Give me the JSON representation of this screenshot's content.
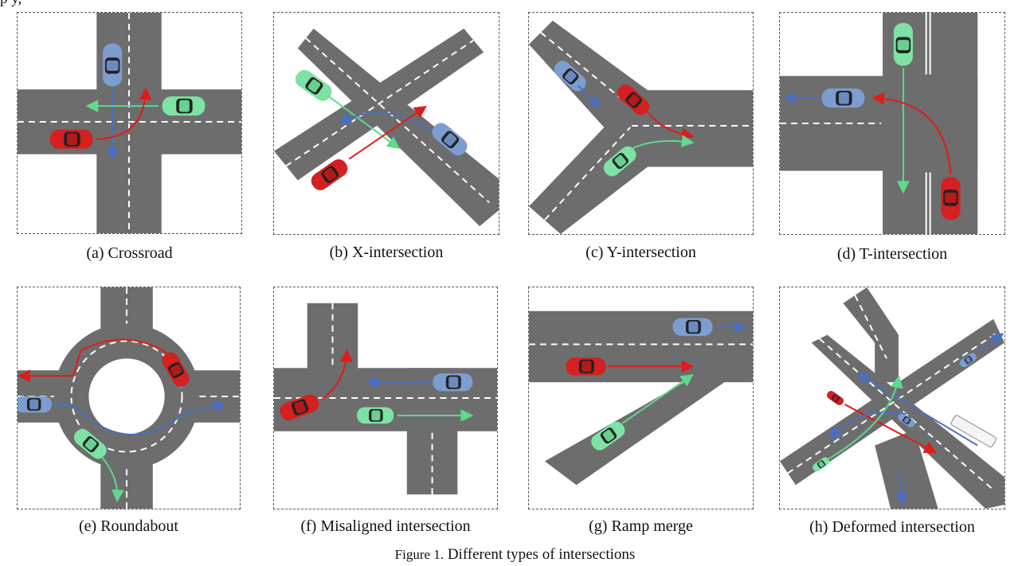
{
  "top_fragment": "   p                   y,",
  "panels": [
    {
      "id": "a",
      "caption": "(a) Crossroad"
    },
    {
      "id": "b",
      "caption": "(b) X-intersection"
    },
    {
      "id": "c",
      "caption": "(c) Y-intersection"
    },
    {
      "id": "d",
      "caption": "(d) T-intersection"
    },
    {
      "id": "e",
      "caption": "(e) Roundabout"
    },
    {
      "id": "f",
      "caption": "(f) Misaligned intersection"
    },
    {
      "id": "g",
      "caption": "(g) Ramp merge"
    },
    {
      "id": "h",
      "caption": "(h) Deformed intersection"
    }
  ],
  "figure_caption": {
    "number": "Figure 1.",
    "text": " Different types of intersections"
  },
  "colors": {
    "road": "#6d6d6d",
    "lane": "#ffffff",
    "red": "#e01b1b",
    "blue": "#4a6fc0",
    "green": "#7ff0a8",
    "car_red": "#d42020",
    "car_blue": "#7d9dd0",
    "car_green": "#7de2a4",
    "car_white": "#f4f4f4"
  }
}
